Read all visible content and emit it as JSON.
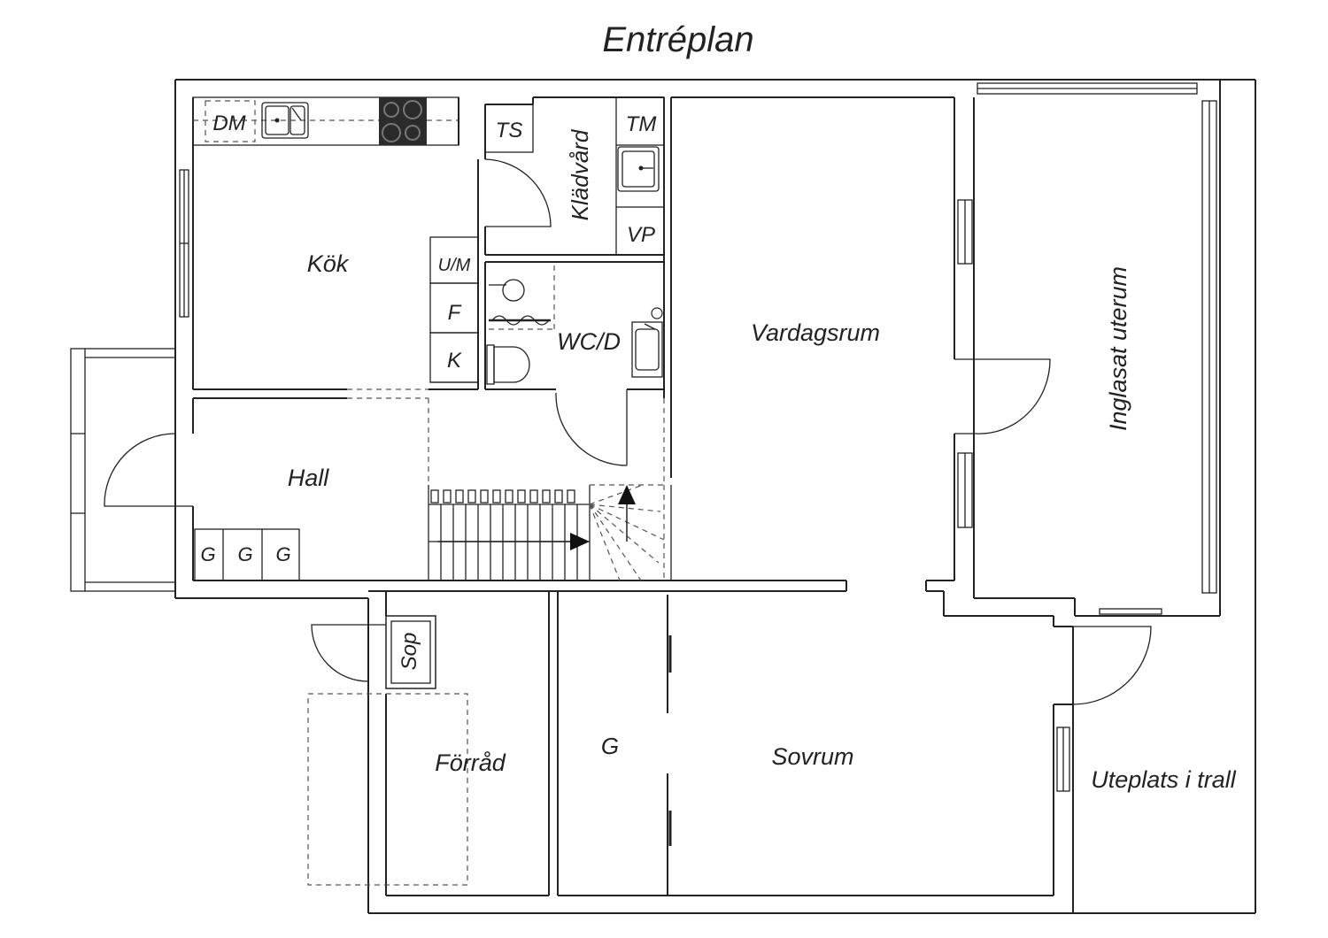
{
  "title": "Entréplan",
  "rooms": {
    "kitchen": "Kök",
    "hall": "Hall",
    "wardrobe_room": "Klädvård",
    "wc": "WC/D",
    "living_room": "Vardagsrum",
    "sunroom": "Inglasat uterum",
    "storage": "Förråd",
    "bedroom": "Sovrum",
    "patio": "Uteplats i trall"
  },
  "fixtures": {
    "dishwasher": "DM",
    "dryer": "TS",
    "washer": "TM",
    "water_heater": "VP",
    "microwave_oven": "U/M",
    "fridge": "F",
    "freezer": "K",
    "wardrobe_hall_1": "G",
    "wardrobe_hall_2": "G",
    "wardrobe_hall_3": "G",
    "wardrobe_bedroom": "G",
    "waste": "Sop"
  }
}
